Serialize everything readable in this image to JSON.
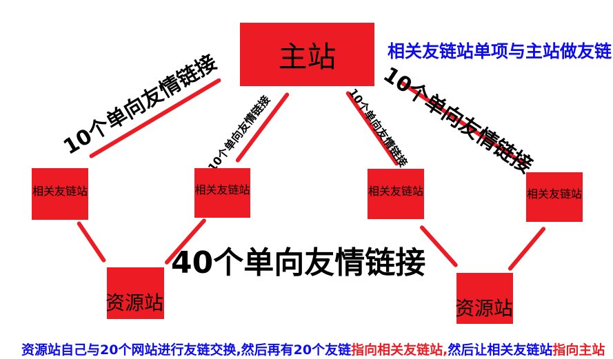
{
  "colors": {
    "red": "#ed1c24",
    "blue": "#0b0bee",
    "black": "#000000",
    "background": "#ffffff"
  },
  "nodes": {
    "main": {
      "label": "主站"
    },
    "related": [
      {
        "label": "相关友链站"
      },
      {
        "label": "相关友链站"
      },
      {
        "label": "相关友链站"
      },
      {
        "label": "相关友链站"
      }
    ],
    "resource": [
      {
        "label": "资源站"
      },
      {
        "label": "资源站"
      }
    ]
  },
  "annotations": {
    "top_right_note": "相关友链站单项与主站做友链",
    "link_labels": [
      "10个单向友情链接",
      "10个单向友情链接",
      "10个单向友情链接",
      "10个单向友情链接"
    ],
    "center_big_label": "40个单向友情链接",
    "bottom_note_segments": [
      {
        "text": "资源站自己与20个网站进行友链交换,然后再有20个友链",
        "color": "#0b0bee"
      },
      {
        "text": "指向相关友链站,",
        "color": "#ed1c24"
      },
      {
        "text": "然后让相关友链站",
        "color": "#0b0bee"
      },
      {
        "text": "指向主站",
        "color": "#ed1c24"
      }
    ]
  }
}
